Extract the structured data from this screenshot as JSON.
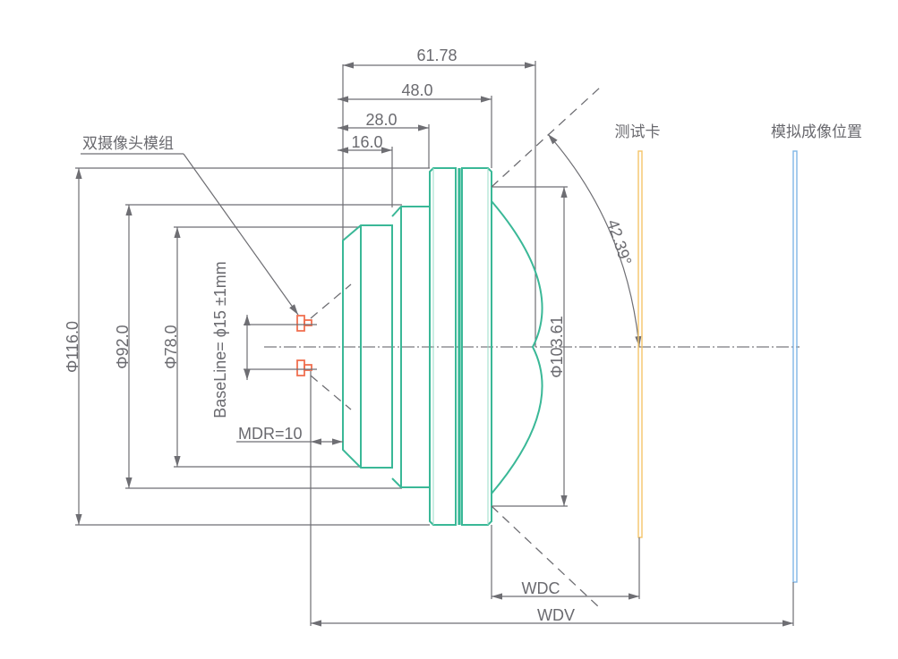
{
  "title": "Dual camera module lens test layout",
  "labels": {
    "dual_camera_module": "双摄像头模组",
    "test_card": "测试卡",
    "simulated_image_position": "模拟成像位置",
    "baseline": "BaseLine= ϕ15 ±1mm",
    "mdr": "MDR=10",
    "wdc": "WDC",
    "wdv": "WDV",
    "angle": "42.39°"
  },
  "dimensions": {
    "horizontal": [
      "61.78",
      "48.0",
      "28.0",
      "16.0"
    ],
    "diameters": [
      "Φ116.0",
      "Φ92.0",
      "Φ78.0",
      "Φ103.61"
    ]
  },
  "colors": {
    "lens": "#3ab897",
    "camera": "#f07050",
    "test_card": "#f5c56a",
    "image_plane": "#7fb6e6",
    "dimension_lines": "#6e6e73"
  }
}
